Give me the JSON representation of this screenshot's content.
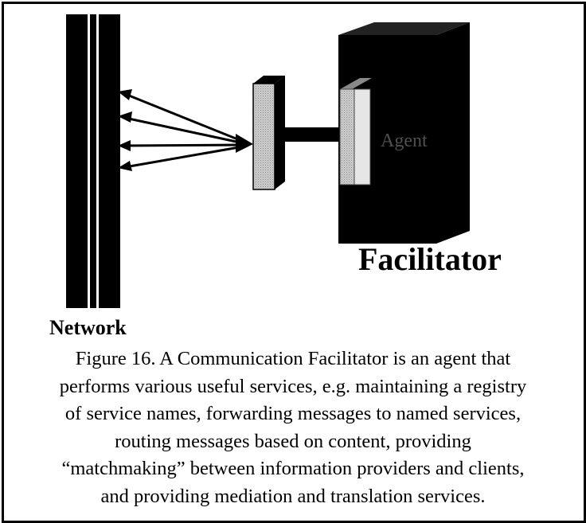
{
  "diagram": {
    "facilitator_label": "Facilitator",
    "network_label": "Network",
    "agent_label": "Agent"
  },
  "caption": "Figure 16. A Communication Facilitator is an agent that\nperforms various useful services, e.g. maintaining a registry\nof service names, forwarding messages to named services,\nrouting messages based on content, providing\n“matchmaking” between information providers and clients,\nand providing mediation and translation services.",
  "colors": {
    "background": "#ffffff",
    "foreground": "#000000",
    "connector_block": "#c8c8c8",
    "agent_text": "#6a6a6a"
  }
}
